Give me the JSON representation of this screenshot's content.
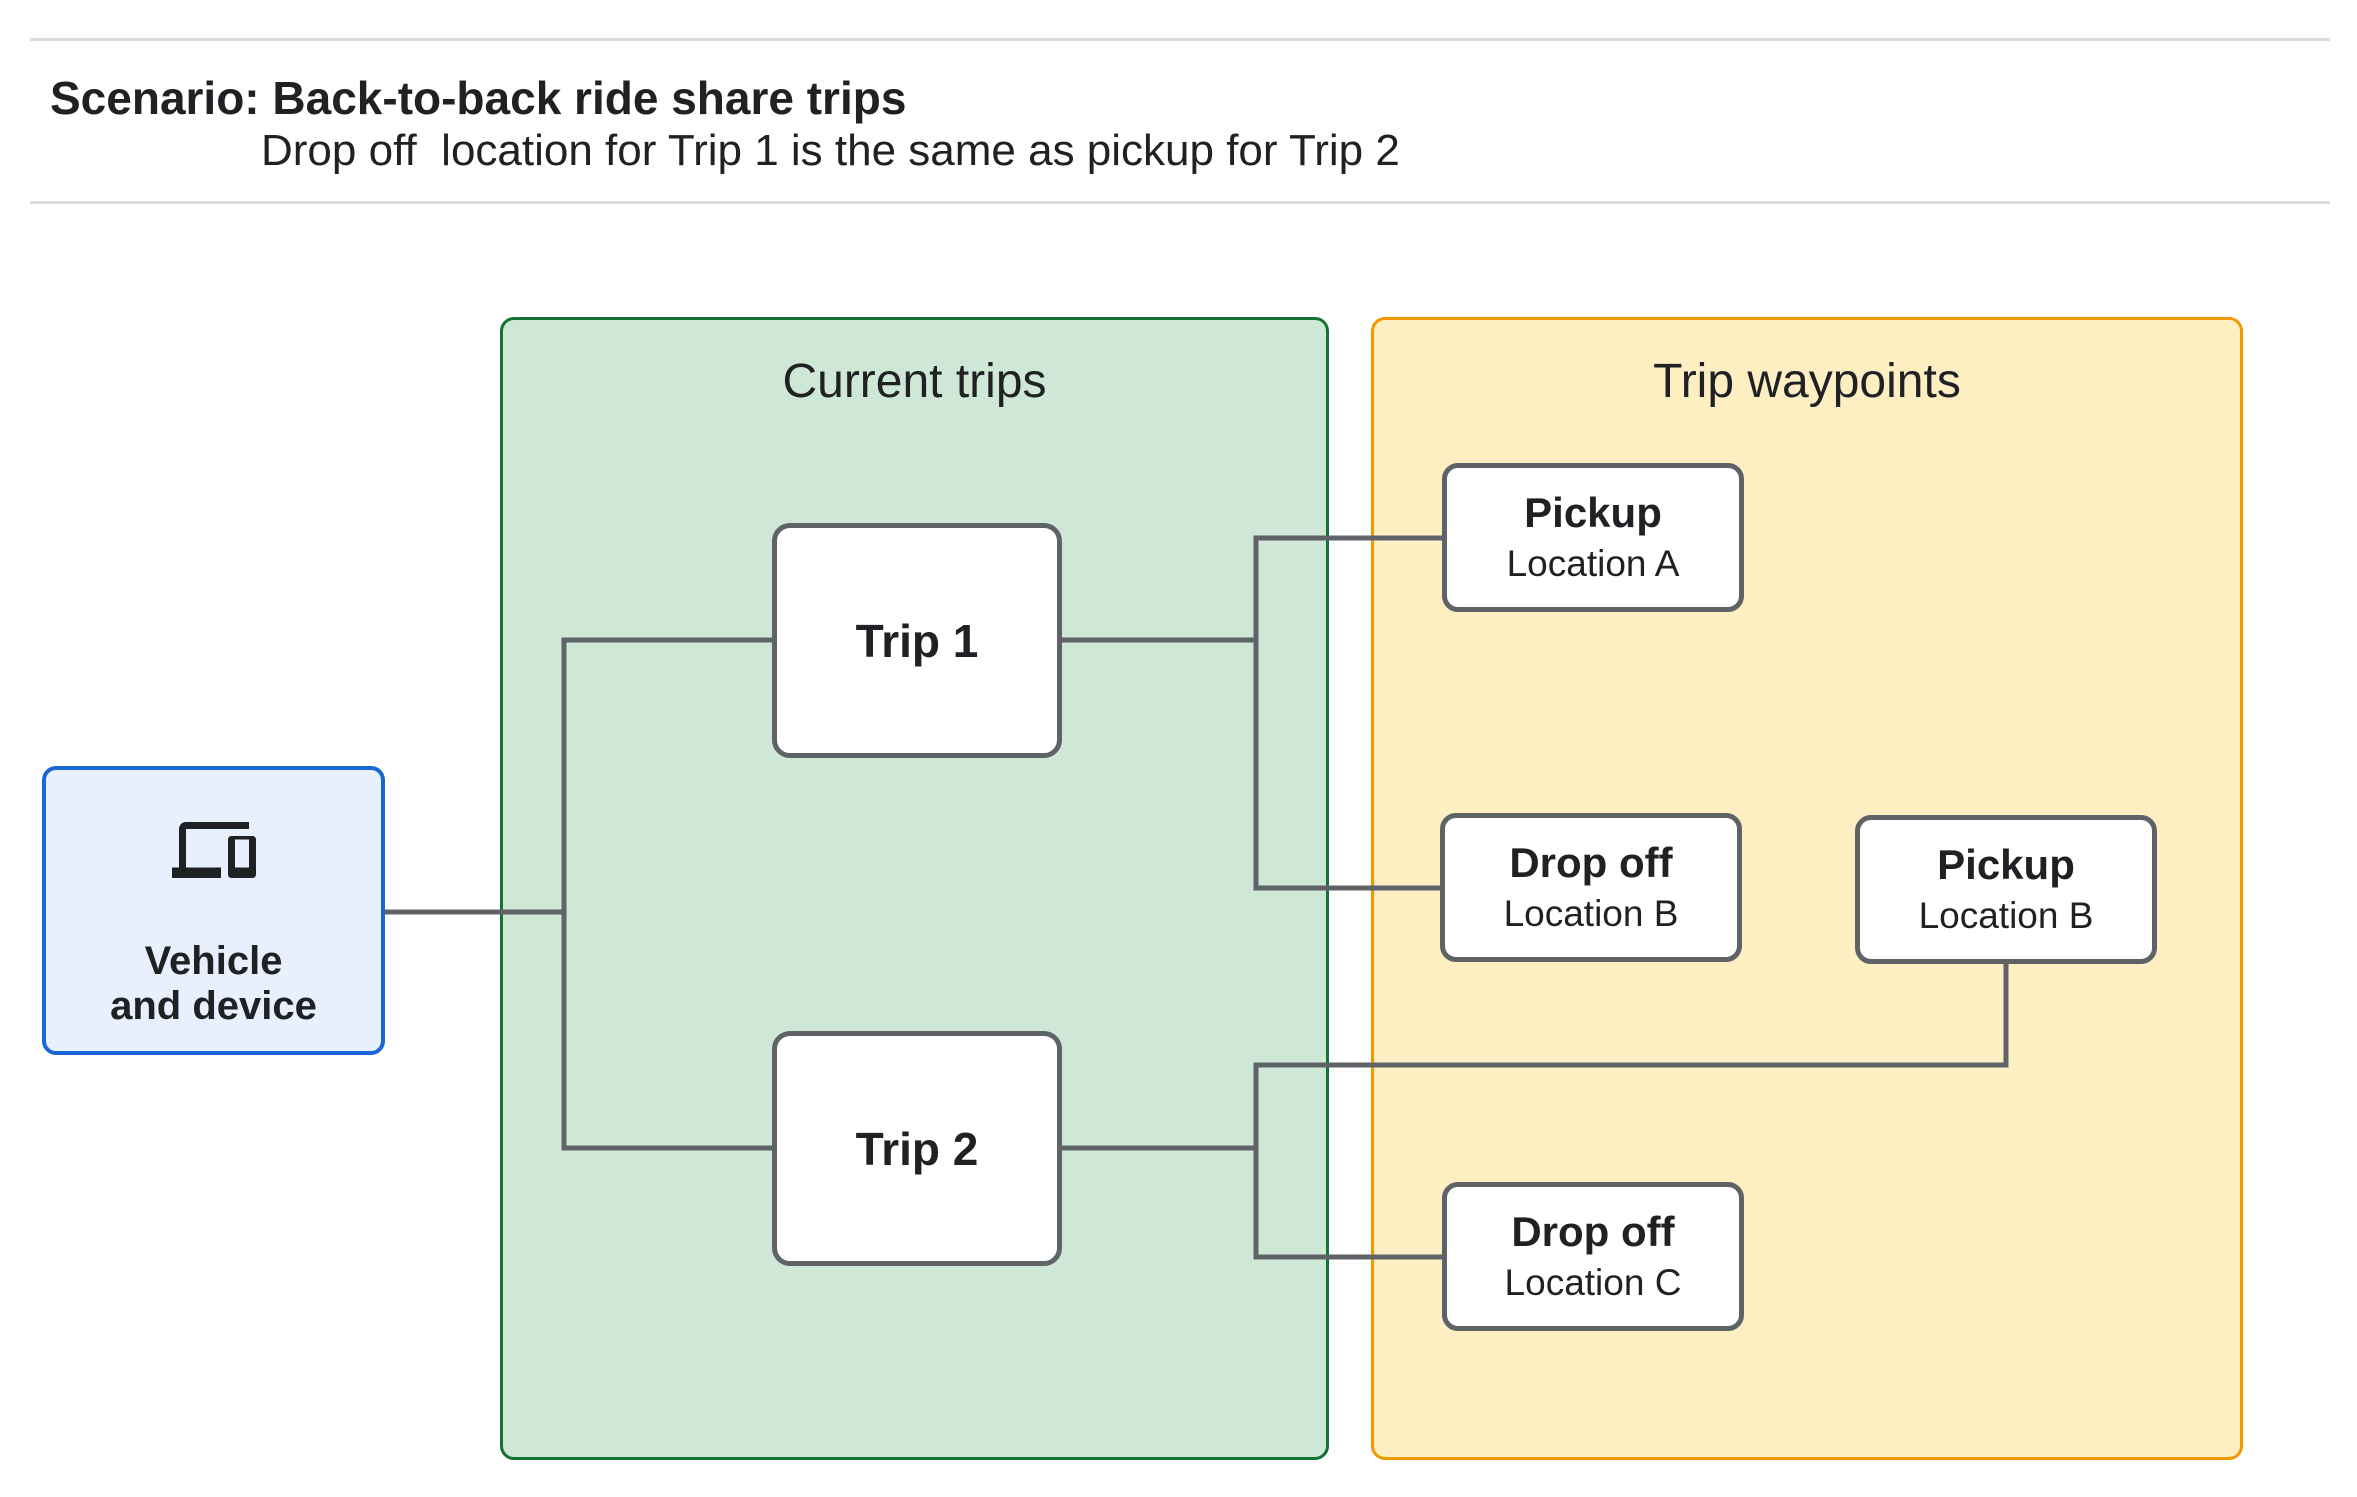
{
  "header": {
    "title": "Scenario: Back-to-back ride share trips",
    "subtitle": "Drop off  location for Trip 1 is the same as pickup for Trip 2"
  },
  "vehicle_node": {
    "icon": "devices-icon",
    "line1": "Vehicle",
    "line2": "and device"
  },
  "groups": {
    "current_trips": {
      "title": "Current trips"
    },
    "trip_waypoints": {
      "title": "Trip waypoints"
    }
  },
  "trips": [
    {
      "label": "Trip 1"
    },
    {
      "label": "Trip 2"
    }
  ],
  "waypoints": [
    {
      "type": "Pickup",
      "location": "Location A"
    },
    {
      "type": "Drop off",
      "location": "Location B"
    },
    {
      "type": "Pickup",
      "location": "Location B"
    },
    {
      "type": "Drop off",
      "location": "Location C"
    }
  ],
  "colors": {
    "vehicle_fill": "#e8f0fe",
    "vehicle_border": "#1967d2",
    "current_trips_fill": "#cfe7d6",
    "current_trips_border": "#137333",
    "trip_waypoints_fill": "#feefc3",
    "trip_waypoints_border": "#f29900",
    "node_border": "#5f6368",
    "connector": "#5f6368",
    "text": "#202124",
    "divider": "#dadce0"
  }
}
